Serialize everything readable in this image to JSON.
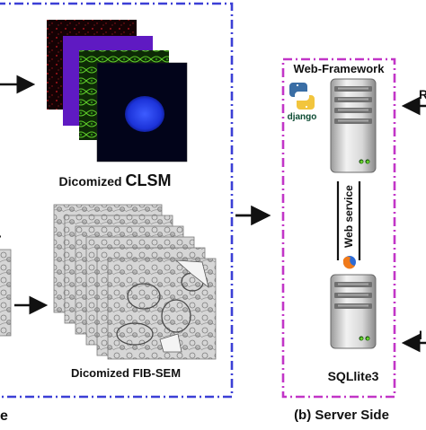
{
  "left_panel": {
    "clsm_caption": {
      "prefix": "Dicomized",
      "name": "CLSM"
    },
    "fibsem_caption": "Dicomized FIB-SEM",
    "bottom_fragment": "e"
  },
  "server_panel": {
    "title": "Web-Framework",
    "django_label": "django",
    "web_service_label": "Web service",
    "db_label": "SQLlite3",
    "caption": "(b)  Server Side"
  },
  "right_fragments": {
    "top": "R",
    "bottom": "I"
  },
  "colors": {
    "left_border": "#3b3fd6",
    "server_border": "#c235c7",
    "clsm_red": "#7a0d12",
    "clsm_purple": "#6a1fd0",
    "clsm_green": "#2e7a1c",
    "clsm_nucleus": "#1f3ee8",
    "python_blue": "#3a6ea5",
    "python_yellow": "#f2c53d",
    "django_green": "#0c4b33"
  },
  "icons": [
    "python-logo-icon",
    "django-logo-icon",
    "server-icon",
    "database-server-icon",
    "firefox-icon",
    "arrow-icon"
  ]
}
